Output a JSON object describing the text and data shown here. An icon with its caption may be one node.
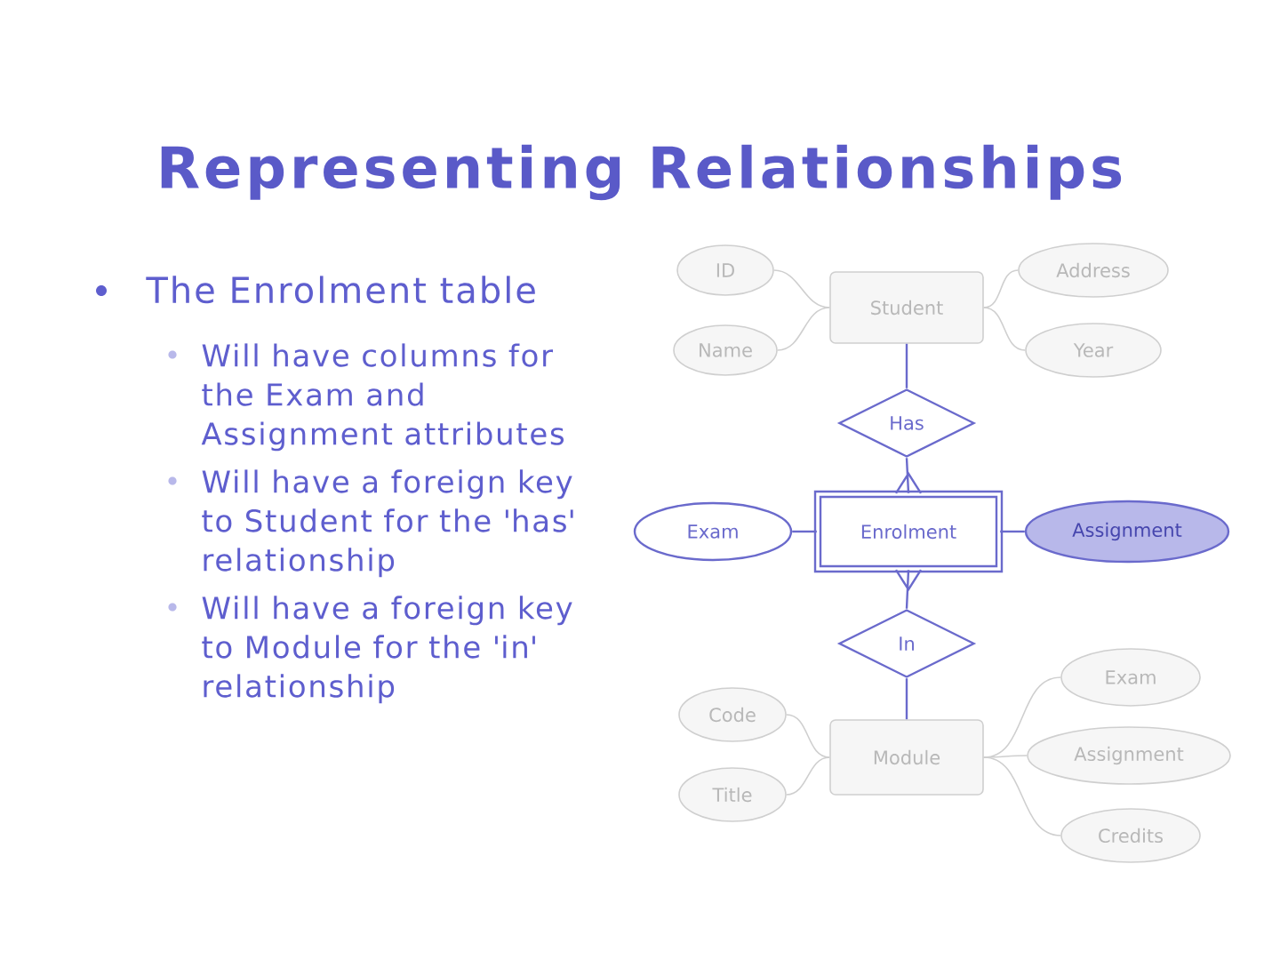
{
  "diagram": {
    "title": "Representing Relationships",
    "nodes": [
      {
        "text": [
          "ID"
        ]
      },
      {
        "text": [
          "Student"
        ]
      },
      {
        "text": [
          "Address"
        ]
      },
      {
        "text": [
          "Name"
        ]
      },
      {
        "text": [
          "Year"
        ]
      },
      {
        "text": [
          "Has"
        ]
      },
      {
        "text": [
          "Exam"
        ]
      },
      {
        "text": [
          "Enrolment"
        ]
      },
      {
        "text": [
          "Assignment"
        ]
      },
      {
        "text": [
          "In"
        ]
      },
      {
        "text": [
          "Exam"
        ]
      },
      {
        "text": [
          "Code"
        ]
      },
      {
        "text": [
          "Module"
        ]
      },
      {
        "text": [
          "Assignment"
        ]
      },
      {
        "text": [
          "Title"
        ]
      },
      {
        "text": [
          "Credits"
        ]
      }
    ],
    "edges": [
      {
        "from": 0,
        "to": 1,
        "arrow": "none"
      },
      {
        "from": 3,
        "to": 1,
        "arrow": "none"
      },
      {
        "from": 1,
        "to": 2,
        "arrow": "none"
      },
      {
        "from": 1,
        "to": 4,
        "arrow": "none"
      },
      {
        "from": 1,
        "to": 5,
        "arrow": "none",
        "color": "#6a6acc"
      },
      {
        "from": 5,
        "to": 7,
        "arrow": "other",
        "color": "#6a6acc"
      },
      {
        "from": 6,
        "to": 7,
        "arrow": "none",
        "color": "#6a6acc"
      },
      {
        "from": 7,
        "to": 8,
        "arrow": "none",
        "color": "#6a6acc"
      },
      {
        "from": 9,
        "to": 7,
        "arrow": "other",
        "color": "#6a6acc"
      },
      {
        "from": 9,
        "to": 12,
        "arrow": "none",
        "color": "#6a6acc"
      },
      {
        "from": 11,
        "to": 12,
        "arrow": "none"
      },
      {
        "from": 14,
        "to": 12,
        "arrow": "none"
      },
      {
        "from": 12,
        "to": 10,
        "arrow": "none"
      },
      {
        "from": 12,
        "to": 13,
        "arrow": "none"
      },
      {
        "from": 12,
        "to": 15,
        "arrow": "none"
      }
    ],
    "labels": [
      "The Enrolment table",
      "Will have columns for the Exam and Assignment attributes",
      "Will have a foreign key to Student for the 'has' relationship",
      "Will have a foreign key to Module for the 'in' relationship"
    ]
  }
}
